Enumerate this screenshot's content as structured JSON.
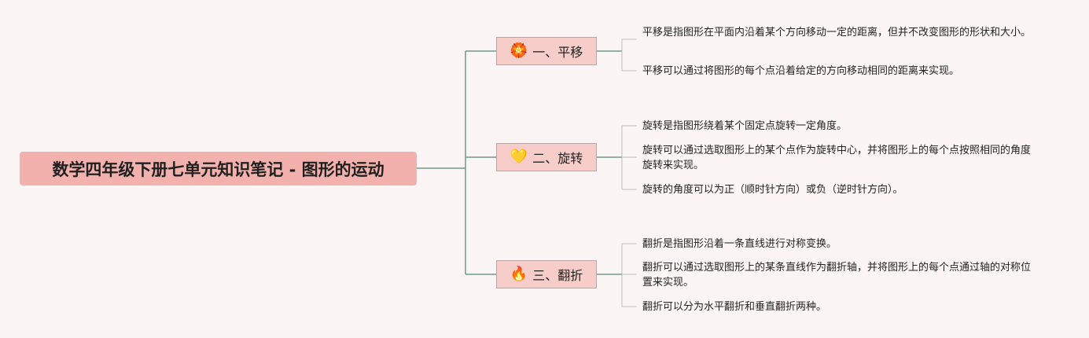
{
  "root": {
    "title": "数学四年级下册七单元知识笔记 - 图形的运动"
  },
  "topics": [
    {
      "label": "一、平移",
      "icon": "🏵️",
      "icon_name": "medal-icon",
      "notes": [
        "平移是指图形在平面内沿着某个方向移动一定的距离，但并不改变图形的形状和大小。",
        "平移可以通过将图形的每个点沿着给定的方向移动相同的距离来实现。"
      ]
    },
    {
      "label": "二、旋转",
      "icon": "💛",
      "icon_name": "yellow-heart-icon",
      "notes": [
        "旋转是指图形绕着某个固定点旋转一定角度。",
        "旋转可以通过选取图形上的某个点作为旋转中心，并将图形上的每个点按照相同的角度旋转来实现。",
        "旋转的角度可以为正（顺时针方向）或负（逆时针方向）。"
      ]
    },
    {
      "label": "三、翻折",
      "icon": "🔥",
      "icon_name": "fire-icon",
      "notes": [
        "翻折是指图形沿着一条直线进行对称变换。",
        "翻折可以通过选取图形上的某条直线作为翻折轴，并将图形上的每个点通过轴的对称位置来实现。",
        "翻折可以分为水平翻折和垂直翻折两种。"
      ]
    }
  ],
  "colors": {
    "background": "#fcf5f5",
    "root_fill": "#f2b1ad",
    "topic_fill": "#f6cdc9",
    "line": "#6f9a8c"
  }
}
